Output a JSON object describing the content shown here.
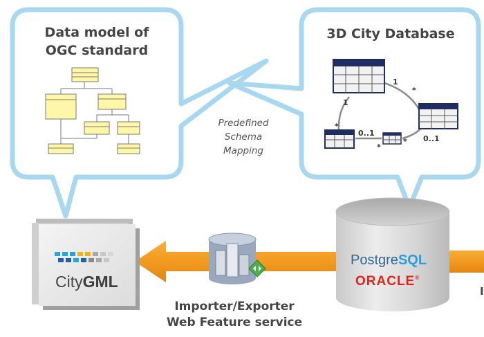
{
  "left_bubble": {
    "title_line1": "Data model of",
    "title_line2": "OGC standard"
  },
  "right_bubble": {
    "title": "3D City Database",
    "multiplicity": {
      "top_one": "1",
      "left_one": "1",
      "right_star": "*",
      "left_star": "*",
      "mid_left": "0..1",
      "mid_star_left": "*",
      "mid_star_right": "*",
      "right_range": "0..1"
    }
  },
  "mapping": {
    "line1": "Predefined",
    "line2": "Schema",
    "line3": "Mapping"
  },
  "citygml": {
    "city": "City",
    "gml": "GML"
  },
  "database": {
    "postgres_a": "Postgre",
    "postgres_b": "SQL",
    "oracle": "ORACLE",
    "registered": "®"
  },
  "tool": {
    "line1": "Importer/Exporter",
    "line2": "Web Feature service"
  },
  "edge_text": "I",
  "colors": {
    "bubble_stroke": "#a8d8f0",
    "arrow_orange": "#f39a1f",
    "postgres_blue": "#336791",
    "sql_blue": "#2a9fd6",
    "oracle_red": "#e2231a",
    "uml_yellow": "#fff7a8",
    "table_navy": "#1f2d63"
  },
  "icons": [
    "uml-diagram-icon",
    "database-schema-icon",
    "citygml-logo",
    "database-cylinder-icon",
    "city-database-icon",
    "double-arrow-icon"
  ]
}
